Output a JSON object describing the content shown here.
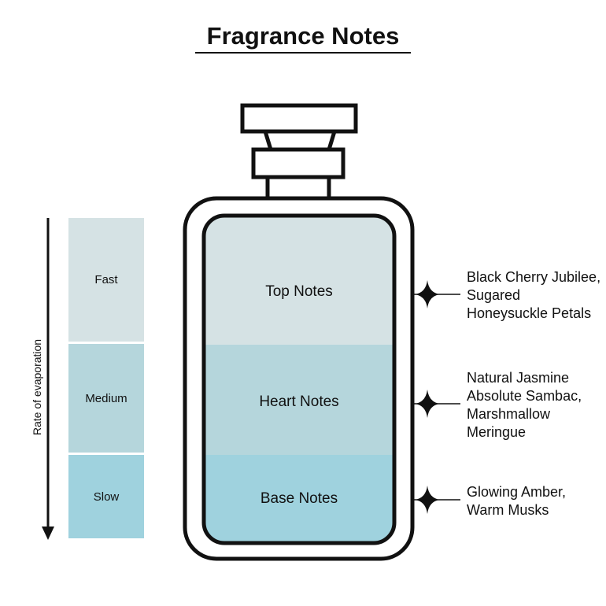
{
  "title": "Fragrance Notes",
  "axis_label": "Rate of evaporation",
  "rates": [
    {
      "label": "Fast"
    },
    {
      "label": "Medium"
    },
    {
      "label": "Slow"
    }
  ],
  "notes": [
    {
      "label": "Top Notes",
      "ingredients": "Black Cherry Jubilee,\nSugared\nHoneysuckle Petals"
    },
    {
      "label": "Heart Notes",
      "ingredients": "Natural Jasmine\nAbsolute Sambac,\nMarshmallow\nMeringue"
    },
    {
      "label": "Base Notes",
      "ingredients": "Glowing Amber,\nWarm Musks"
    }
  ],
  "colors": {
    "top": "#d5e2e4",
    "heart": "#b5d6dc",
    "base": "#9fd2de",
    "outline": "#111111"
  }
}
